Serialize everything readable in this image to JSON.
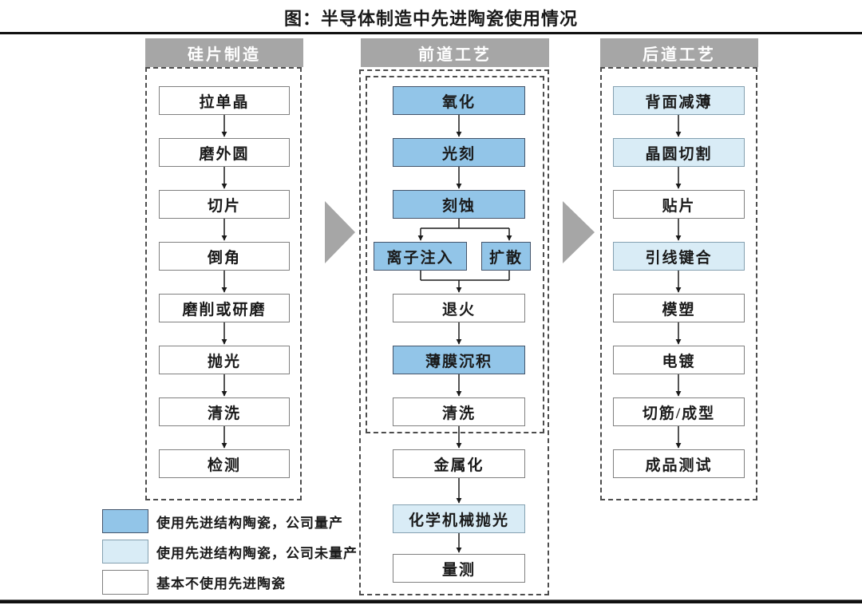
{
  "title": "图：半导体制造中先进陶瓷使用情况",
  "colors": {
    "mass_production_blue": "#92C5E8",
    "not_mass_production_light_blue": "#D9ECF6",
    "no_ceramic_white": "#FFFFFF",
    "header_gray": "#A6A6A6",
    "arrow_triangle_gray": "#A6A6A6"
  },
  "columns": [
    {
      "header": "硅片制造",
      "steps": [
        {
          "label": "拉单晶",
          "ceramic": "none"
        },
        {
          "label": "磨外圆",
          "ceramic": "none"
        },
        {
          "label": "切片",
          "ceramic": "none"
        },
        {
          "label": "倒角",
          "ceramic": "none"
        },
        {
          "label": "磨削或研磨",
          "ceramic": "none"
        },
        {
          "label": "抛光",
          "ceramic": "none"
        },
        {
          "label": "清洗",
          "ceramic": "none"
        },
        {
          "label": "检测",
          "ceramic": "none"
        }
      ]
    },
    {
      "header": "前道工艺",
      "steps": [
        {
          "label": "氧化",
          "ceramic": "mass_production"
        },
        {
          "label": "光刻",
          "ceramic": "mass_production"
        },
        {
          "label": "刻蚀",
          "ceramic": "mass_production"
        },
        {
          "label": "离子注入",
          "ceramic": "mass_production"
        },
        {
          "label": "扩散",
          "ceramic": "mass_production"
        },
        {
          "label": "退火",
          "ceramic": "none"
        },
        {
          "label": "薄膜沉积",
          "ceramic": "mass_production"
        },
        {
          "label": "清洗",
          "ceramic": "none"
        },
        {
          "label": "金属化",
          "ceramic": "none"
        },
        {
          "label": "化学机械抛光",
          "ceramic": "not_mass_production"
        },
        {
          "label": "量测",
          "ceramic": "none"
        }
      ]
    },
    {
      "header": "后道工艺",
      "steps": [
        {
          "label": "背面减薄",
          "ceramic": "not_mass_production"
        },
        {
          "label": "晶圆切割",
          "ceramic": "not_mass_production"
        },
        {
          "label": "贴片",
          "ceramic": "none"
        },
        {
          "label": "引线键合",
          "ceramic": "not_mass_production"
        },
        {
          "label": "模塑",
          "ceramic": "none"
        },
        {
          "label": "电镀",
          "ceramic": "none"
        },
        {
          "label": "切筋/成型",
          "ceramic": "none"
        },
        {
          "label": "成品测试",
          "ceramic": "none"
        }
      ]
    }
  ],
  "legend": {
    "items": [
      {
        "label": "使用先进结构陶瓷，公司量产",
        "color": "#92C5E8"
      },
      {
        "label": "使用先进结构陶瓷，公司未量产",
        "color": "#D9ECF6"
      },
      {
        "label": "基本不使用先进陶瓷",
        "color": "#FFFFFF"
      }
    ]
  }
}
